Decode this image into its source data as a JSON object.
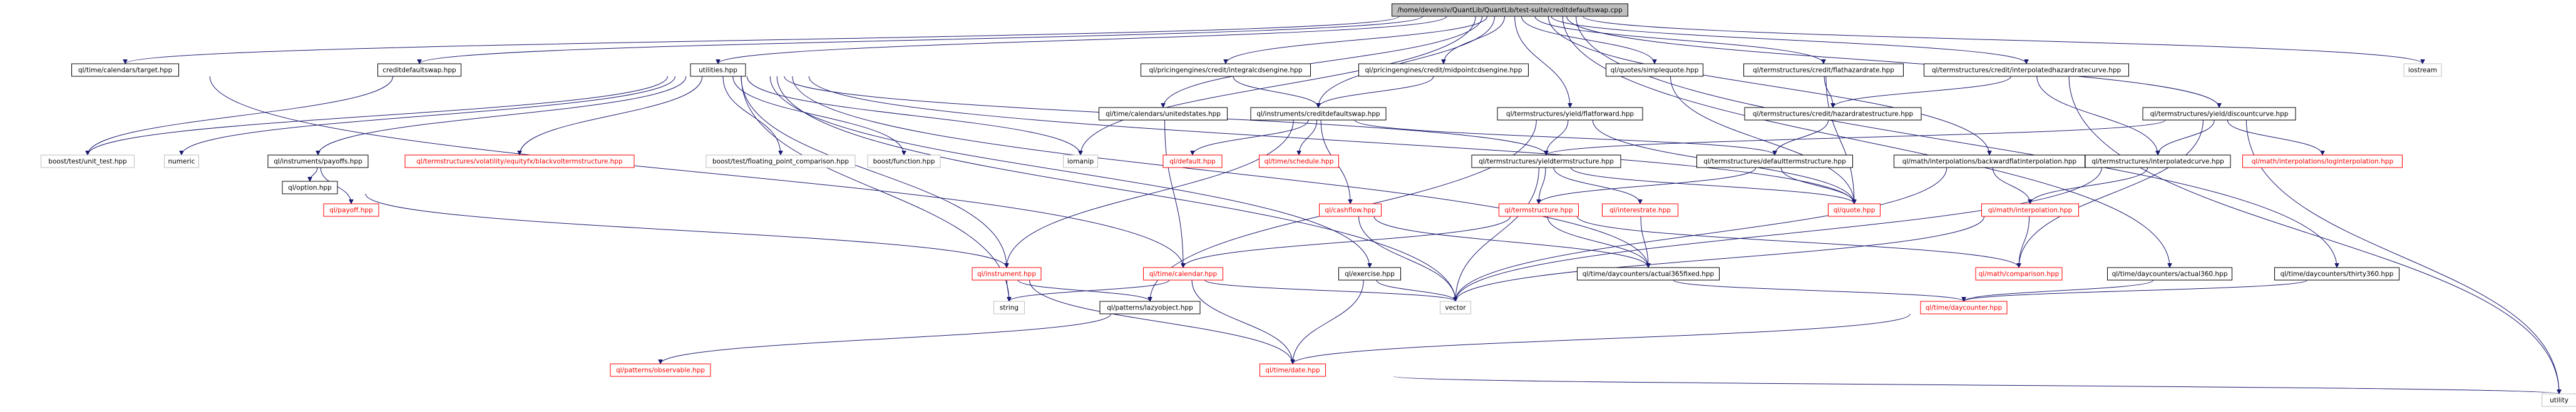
{
  "nodes": [
    {
      "id": "root",
      "label": "/home/devensiv/QuantLib/QuantLib/test-suite/creditdefaultswap.cpp",
      "style": "root"
    },
    {
      "id": "target",
      "label": "ql/time/calendars/target.hpp",
      "style": "normal"
    },
    {
      "id": "cds_hpp",
      "label": "creditdefaultswap.hpp",
      "style": "normal"
    },
    {
      "id": "utilities",
      "label": "utilities.hpp",
      "style": "normal"
    },
    {
      "id": "integral_engine",
      "label": "ql/pricingengines/credit/integralcdsengine.hpp",
      "style": "normal"
    },
    {
      "id": "midpoint_engine",
      "label": "ql/pricingengines/credit/midpointcdsengine.hpp",
      "style": "normal"
    },
    {
      "id": "simplequote",
      "label": "ql/quotes/simplequote.hpp",
      "style": "normal"
    },
    {
      "id": "flathazard",
      "label": "ql/termstructures/credit/flathazardrate.hpp",
      "style": "normal"
    },
    {
      "id": "interphazard",
      "label": "ql/termstructures/credit/interpolatedhazardratecurve.hpp",
      "style": "normal"
    },
    {
      "id": "iostream",
      "label": "iostream",
      "style": "ext"
    },
    {
      "id": "unitedstates",
      "label": "ql/time/calendars/unitedstates.hpp",
      "style": "normal"
    },
    {
      "id": "instr_cds",
      "label": "ql/instruments/creditdefaultswap.hpp",
      "style": "normal"
    },
    {
      "id": "flatforward",
      "label": "ql/termstructures/yield/flatforward.hpp",
      "style": "normal"
    },
    {
      "id": "hazardstruct",
      "label": "ql/termstructures/credit/hazardratestructure.hpp",
      "style": "normal"
    },
    {
      "id": "discountcurve",
      "label": "ql/termstructures/yield/discountcurve.hpp",
      "style": "normal"
    },
    {
      "id": "unit_test",
      "label": "boost/test/unit_test.hpp",
      "style": "ext"
    },
    {
      "id": "numeric",
      "label": "numeric",
      "style": "ext"
    },
    {
      "id": "payoffs",
      "label": "ql/instruments/payoffs.hpp",
      "style": "normal"
    },
    {
      "id": "blackvol",
      "label": "ql/termstructures/volatility/equityfx/blackvoltermstructure.hpp",
      "style": "red"
    },
    {
      "id": "fpcomp",
      "label": "boost/test/floating_point_comparison.hpp",
      "style": "ext"
    },
    {
      "id": "function",
      "label": "boost/function.hpp",
      "style": "ext"
    },
    {
      "id": "iomanip",
      "label": "iomanip",
      "style": "ext"
    },
    {
      "id": "ql_default",
      "label": "ql/default.hpp",
      "style": "red"
    },
    {
      "id": "schedule",
      "label": "ql/time/schedule.hpp",
      "style": "red"
    },
    {
      "id": "yieldterm",
      "label": "ql/termstructures/yieldtermstructure.hpp",
      "style": "normal"
    },
    {
      "id": "defaultterm",
      "label": "ql/termstructures/defaulttermstructure.hpp",
      "style": "normal"
    },
    {
      "id": "backflat",
      "label": "ql/math/interpolations/backwardflatinterpolation.hpp",
      "style": "normal"
    },
    {
      "id": "interpcurve",
      "label": "ql/termstructures/interpolatedcurve.hpp",
      "style": "normal"
    },
    {
      "id": "loginterp",
      "label": "ql/math/interpolations/loginterpolation.hpp",
      "style": "red"
    },
    {
      "id": "option",
      "label": "ql/option.hpp",
      "style": "normal"
    },
    {
      "id": "payoff",
      "label": "ql/payoff.hpp",
      "style": "red"
    },
    {
      "id": "cashflow",
      "label": "ql/cashflow.hpp",
      "style": "red"
    },
    {
      "id": "termstructure",
      "label": "ql/termstructure.hpp",
      "style": "red"
    },
    {
      "id": "interestrate",
      "label": "ql/interestrate.hpp",
      "style": "red"
    },
    {
      "id": "quote",
      "label": "ql/quote.hpp",
      "style": "red"
    },
    {
      "id": "interpolation",
      "label": "ql/math/interpolation.hpp",
      "style": "red"
    },
    {
      "id": "instrument",
      "label": "ql/instrument.hpp",
      "style": "red"
    },
    {
      "id": "calendar",
      "label": "ql/time/calendar.hpp",
      "style": "red"
    },
    {
      "id": "exercise",
      "label": "ql/exercise.hpp",
      "style": "normal"
    },
    {
      "id": "actual365",
      "label": "ql/time/daycounters/actual365fixed.hpp",
      "style": "normal"
    },
    {
      "id": "comparison",
      "label": "ql/math/comparison.hpp",
      "style": "red"
    },
    {
      "id": "actual360",
      "label": "ql/time/daycounters/actual360.hpp",
      "style": "normal"
    },
    {
      "id": "thirty360",
      "label": "ql/time/daycounters/thirty360.hpp",
      "style": "normal"
    },
    {
      "id": "string",
      "label": "string",
      "style": "ext"
    },
    {
      "id": "lazyobject",
      "label": "ql/patterns/lazyobject.hpp",
      "style": "normal"
    },
    {
      "id": "vector",
      "label": "vector",
      "style": "ext"
    },
    {
      "id": "daycounter",
      "label": "ql/time/daycounter.hpp",
      "style": "red"
    },
    {
      "id": "observable",
      "label": "ql/patterns/observable.hpp",
      "style": "red"
    },
    {
      "id": "date",
      "label": "ql/time/date.hpp",
      "style": "red"
    },
    {
      "id": "utility",
      "label": "utility",
      "style": "ext"
    }
  ],
  "edges": [
    [
      "root",
      "target"
    ],
    [
      "root",
      "cds_hpp"
    ],
    [
      "root",
      "utilities"
    ],
    [
      "root",
      "iomanip"
    ],
    [
      "root",
      "integral_engine"
    ],
    [
      "root",
      "midpoint_engine"
    ],
    [
      "root",
      "instr_cds"
    ],
    [
      "root",
      "unitedstates"
    ],
    [
      "root",
      "flatforward"
    ],
    [
      "root",
      "simplequote"
    ],
    [
      "root",
      "flathazard"
    ],
    [
      "root",
      "interphazard"
    ],
    [
      "root",
      "discountcurve"
    ],
    [
      "root",
      "backflat"
    ],
    [
      "root",
      "actual360"
    ],
    [
      "root",
      "thirty360"
    ],
    [
      "root",
      "iostream"
    ],
    [
      "target",
      "calendar"
    ],
    [
      "cds_hpp",
      "unit_test"
    ],
    [
      "utilities",
      "unit_test"
    ],
    [
      "utilities",
      "numeric"
    ],
    [
      "utilities",
      "payoffs"
    ],
    [
      "utilities",
      "blackvol"
    ],
    [
      "utilities",
      "fpcomp"
    ],
    [
      "utilities",
      "function"
    ],
    [
      "utilities",
      "iomanip"
    ],
    [
      "utilities",
      "yieldterm"
    ],
    [
      "utilities",
      "quote"
    ],
    [
      "utilities",
      "exercise"
    ],
    [
      "utilities",
      "instrument"
    ],
    [
      "utilities",
      "vector"
    ],
    [
      "utilities",
      "string"
    ],
    [
      "utilities",
      "actual365"
    ],
    [
      "integral_engine",
      "instr_cds"
    ],
    [
      "midpoint_engine",
      "instr_cds"
    ],
    [
      "simplequote",
      "quote"
    ],
    [
      "flathazard",
      "hazardstruct"
    ],
    [
      "flathazard",
      "quote"
    ],
    [
      "interphazard",
      "hazardstruct"
    ],
    [
      "interphazard",
      "interpcurve"
    ],
    [
      "interphazard",
      "utility"
    ],
    [
      "unitedstates",
      "calendar"
    ],
    [
      "instr_cds",
      "ql_default"
    ],
    [
      "instr_cds",
      "schedule"
    ],
    [
      "instr_cds",
      "cashflow"
    ],
    [
      "instr_cds",
      "instrument"
    ],
    [
      "instr_cds",
      "defaultterm"
    ],
    [
      "flatforward",
      "yieldterm"
    ],
    [
      "flatforward",
      "quote"
    ],
    [
      "flatforward",
      "lazyobject"
    ],
    [
      "hazardstruct",
      "defaultterm"
    ],
    [
      "discountcurve",
      "yieldterm"
    ],
    [
      "discountcurve",
      "interpcurve"
    ],
    [
      "discountcurve",
      "loginterp"
    ],
    [
      "discountcurve",
      "comparison"
    ],
    [
      "discountcurve",
      "utility"
    ],
    [
      "payoffs",
      "option"
    ],
    [
      "payoffs",
      "payoff"
    ],
    [
      "option",
      "instrument"
    ],
    [
      "yieldterm",
      "termstructure"
    ],
    [
      "yieldterm",
      "interestrate"
    ],
    [
      "yieldterm",
      "quote"
    ],
    [
      "yieldterm",
      "vector"
    ],
    [
      "defaultterm",
      "termstructure"
    ],
    [
      "defaultterm",
      "quote"
    ],
    [
      "backflat",
      "interpolation"
    ],
    [
      "backflat",
      "vector"
    ],
    [
      "interpcurve",
      "interpolation"
    ],
    [
      "interpcurve",
      "vector"
    ],
    [
      "cashflow",
      "actual365"
    ],
    [
      "cashflow",
      "vector"
    ],
    [
      "termstructure",
      "calendar"
    ],
    [
      "termstructure",
      "actual365"
    ],
    [
      "termstructure",
      "comparison"
    ],
    [
      "interestrate",
      "actual365"
    ],
    [
      "interpolation",
      "comparison"
    ],
    [
      "interpolation",
      "vector"
    ],
    [
      "instrument",
      "string"
    ],
    [
      "instrument",
      "lazyobject"
    ],
    [
      "instrument",
      "date"
    ],
    [
      "calendar",
      "string"
    ],
    [
      "calendar",
      "vector"
    ],
    [
      "calendar",
      "date"
    ],
    [
      "exercise",
      "vector"
    ],
    [
      "exercise",
      "date"
    ],
    [
      "actual365",
      "daycounter"
    ],
    [
      "actual360",
      "daycounter"
    ],
    [
      "thirty360",
      "daycounter"
    ],
    [
      "lazyobject",
      "observable"
    ],
    [
      "daycounter",
      "date"
    ],
    [
      "date",
      "utility"
    ]
  ]
}
